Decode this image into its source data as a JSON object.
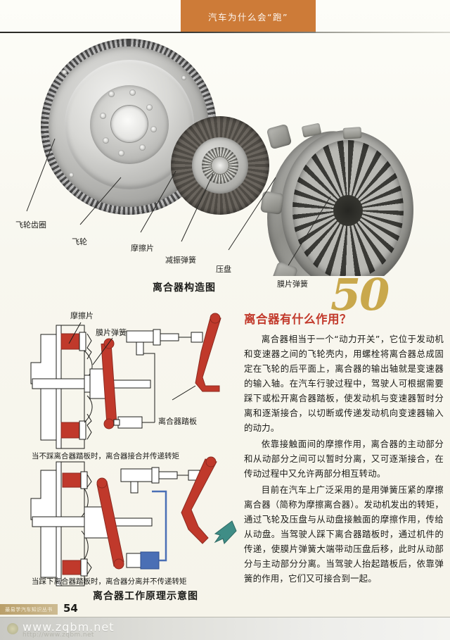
{
  "header": {
    "banner_title": "汽车为什么会“跑”"
  },
  "top_figure": {
    "caption": "离合器构造图",
    "labels": [
      {
        "id": "flywheel-ring-gear",
        "text": "飞轮齿圈"
      },
      {
        "id": "flywheel",
        "text": "飞轮"
      },
      {
        "id": "friction-plate",
        "text": "摩擦片"
      },
      {
        "id": "damper-spring",
        "text": "减振弹簧"
      },
      {
        "id": "pressure-plate",
        "text": "压盘"
      },
      {
        "id": "diaphragm-spring",
        "text": "膜片弹簧"
      }
    ]
  },
  "article": {
    "number": "50",
    "title": "离合器有什么作用？",
    "paragraphs": [
      "离合器相当于一个“动力开关”，它位于发动机和变速器之间的飞轮壳内，用螺栓将离合器总成固定在飞轮的后平面上，离合器的输出轴就是变速器的输入轴。在汽车行驶过程中，驾驶人可根据需要踩下或松开离合器踏板，使发动机与变速器暂时分离和逐渐接合，以切断或传递发动机向变速器输入的动力。",
      "依靠接触面间的摩擦作用，离合器的主动部分和从动部分之间可以暂时分离，又可逐渐接合，在传动过程中又允许两部分相互转动。",
      "目前在汽车上广泛采用的是用弹簧压紧的摩擦离合器（简称为摩擦离合器）。发动机发出的转矩，通过飞轮及压盘与从动盘接触面的摩擦作用，传给从动盘。当驾驶人踩下离合器踏板时，通过机件的传递，使膜片弹簧大端带动压盘后移，此时从动部分与主动部分分离。当驾驶人抬起踏板后，依靠弹簧的作用，它们又可接合到一起。"
    ]
  },
  "schematic": {
    "title": "离合器工作原理示意图",
    "labels": [
      {
        "id": "friction-plate",
        "text": "摩擦片"
      },
      {
        "id": "diaphragm-spring",
        "text": "膜片弹簧"
      },
      {
        "id": "clutch-pedal",
        "text": "离合器踏板"
      }
    ],
    "caption_engaged": "当不踩离合器踏板时，离合器接合并传递转矩",
    "caption_disengaged": "当踩下离合器踏板时，离合器分离并不传递转矩"
  },
  "footer": {
    "series_tab": "最易学汽车知识丛书",
    "page_number": "54",
    "watermark_site": "www.zqbm.net",
    "watermark_url": "http://www.zqbm.net"
  },
  "colors": {
    "banner": "#cd7b38",
    "heading_red": "#c2392b",
    "number_gold": "#c9a84c",
    "schematic_red": "#c0392b",
    "schematic_blue": "#4a6fb5",
    "arrow_teal": "#3f8d86"
  }
}
